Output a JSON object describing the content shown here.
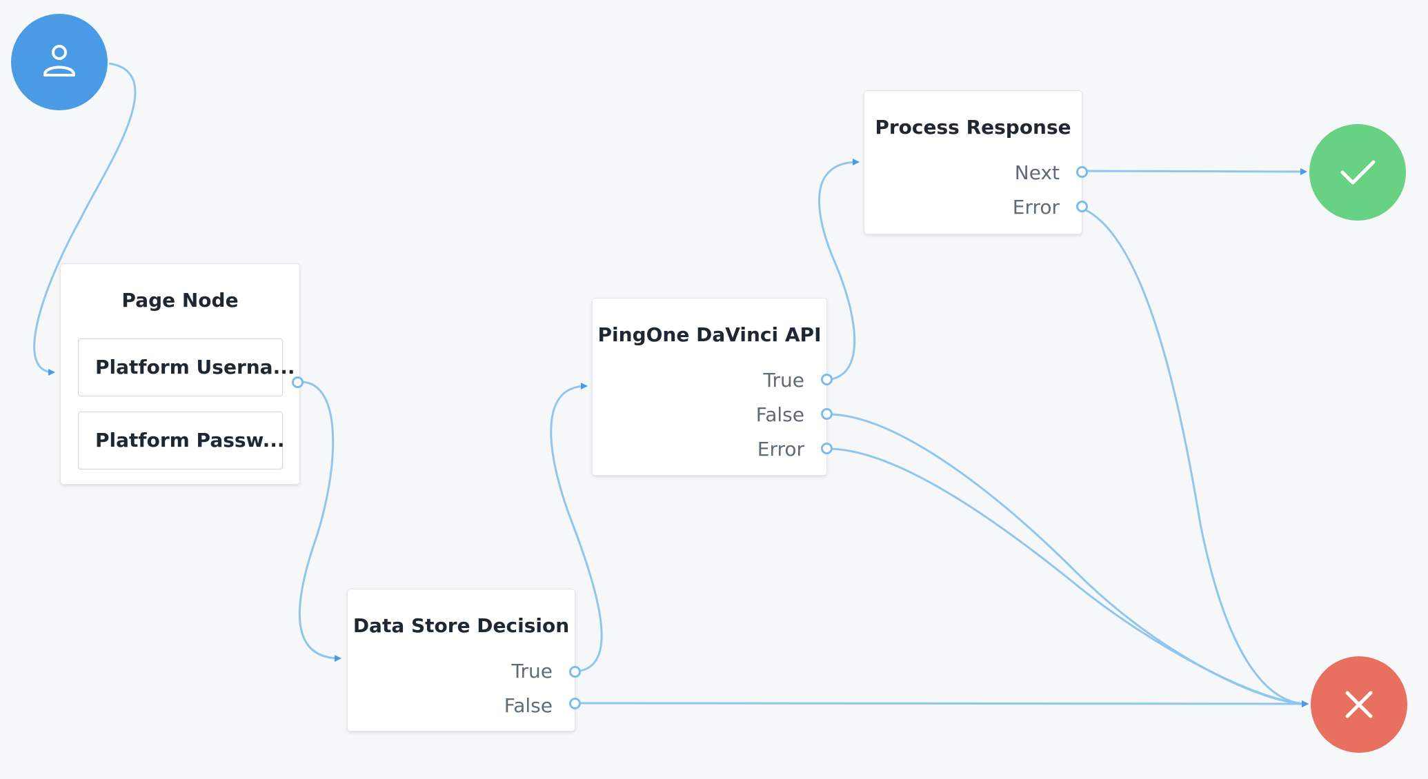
{
  "start": {
    "color": "#4a9be6"
  },
  "page_node": {
    "title": "Page Node",
    "callbacks": [
      "Platform Userna...",
      "Platform Passw..."
    ]
  },
  "data_store_decision": {
    "title": "Data Store Decision",
    "outcomes": [
      "True",
      "False"
    ]
  },
  "davinci_api": {
    "title": "PingOne DaVinci API",
    "outcomes": [
      "True",
      "False",
      "Error"
    ]
  },
  "process_response": {
    "title": "Process Response",
    "outcomes": [
      "Next",
      "Error"
    ]
  },
  "success": {
    "color": "#67d184"
  },
  "failure": {
    "color": "#e8705f"
  },
  "wire_color": "#90c6ee"
}
